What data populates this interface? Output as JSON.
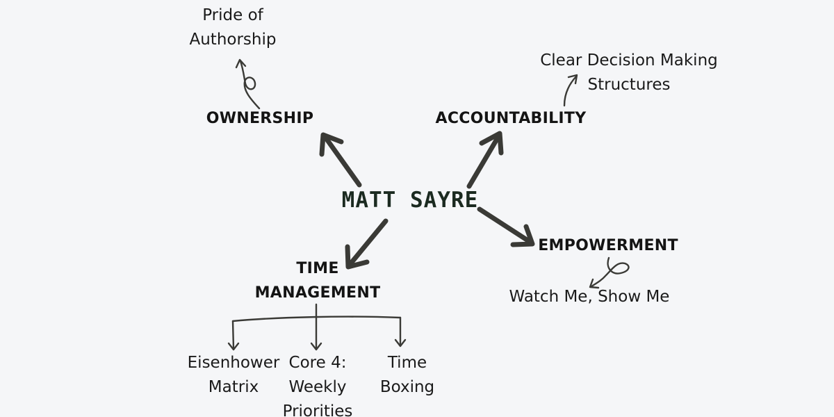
{
  "center": {
    "label": "MATT SAYRE"
  },
  "branches": {
    "ownership": {
      "label": "OWNERSHIP",
      "detail": [
        "Pride of",
        "Authorship"
      ]
    },
    "accountability": {
      "label": "ACCOUNTABILITY",
      "detail": [
        "Clear Decision Making",
        "Structures"
      ]
    },
    "empowerment": {
      "label": "EMPOWERMENT",
      "detail": [
        "Watch Me, Show Me"
      ]
    },
    "time_management": {
      "label": [
        "TIME",
        "MANAGEMENT"
      ],
      "children": [
        [
          "Eisenhower",
          "Matrix"
        ],
        [
          "Core 4:",
          "Weekly",
          "Priorities"
        ],
        [
          "Time",
          "Boxing"
        ]
      ]
    }
  },
  "colors": {
    "background": "#f5f6f8",
    "arrow": "#3a3a36",
    "text": "#141414",
    "center_text": "#1b2a20"
  }
}
